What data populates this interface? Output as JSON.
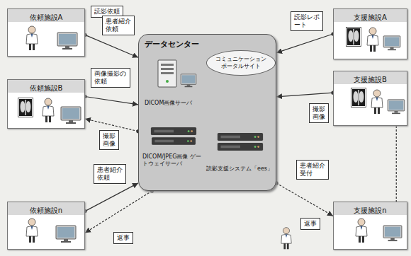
{
  "diagram": {
    "nodes": [
      {
        "text": [
          "依頼施設A"
        ]
      },
      {
        "text": [
          "読影依頼"
        ]
      },
      {
        "text": [
          "患者紹介依頼"
        ]
      },
      {
        "text": [
          "支援施設A"
        ]
      },
      {
        "text": [
          "読影レポート"
        ]
      },
      {
        "text": [
          "依頼施設B"
        ]
      },
      {
        "text": [
          "画像撮影の依頼"
        ]
      },
      {
        "text": [
          "撮影画像"
        ]
      },
      {
        "text": [
          "データセンター"
        ]
      },
      {
        "text": [
          "コミュニケーション ポータルサイト"
        ],
        "in": 8
      },
      {
        "text": [
          "支援施設B"
        ]
      },
      {
        "text": [
          "撮影画像"
        ]
      },
      {
        "text": [
          "患者紹介依頼"
        ]
      },
      {
        "text": [
          "返事"
        ]
      },
      {
        "text": [
          "患者紹介受付"
        ]
      },
      {
        "text": [
          "返事"
        ]
      },
      {
        "text": [
          "依頼施設n"
        ]
      },
      {
        "text": [
          "支援施設n"
        ]
      }
    ],
    "edges": [
      {
        "from": 0,
        "to": 8,
        "arrow": "to"
      },
      {
        "from": 5,
        "to": 8,
        "arrow": "to"
      },
      {
        "from": 8,
        "to": 5,
        "arrow": "to"
      },
      {
        "from": 16,
        "to": 8,
        "arrow": "to"
      },
      {
        "from": 8,
        "to": 16,
        "arrow": "to"
      },
      {
        "from": 3,
        "to": 8,
        "arrow": "to"
      },
      {
        "from": 10,
        "to": 8,
        "arrow": "to"
      },
      {
        "from": 8,
        "to": 17,
        "arrow": "to"
      },
      {
        "from": 10,
        "to": 17,
        "arrow": "none"
      }
    ],
    "labels": [
      "DICOM画像サーバ",
      "DICOM/JPEG画像 ゲートウェイサーバ",
      "読影支援システム「ees」"
    ]
  }
}
